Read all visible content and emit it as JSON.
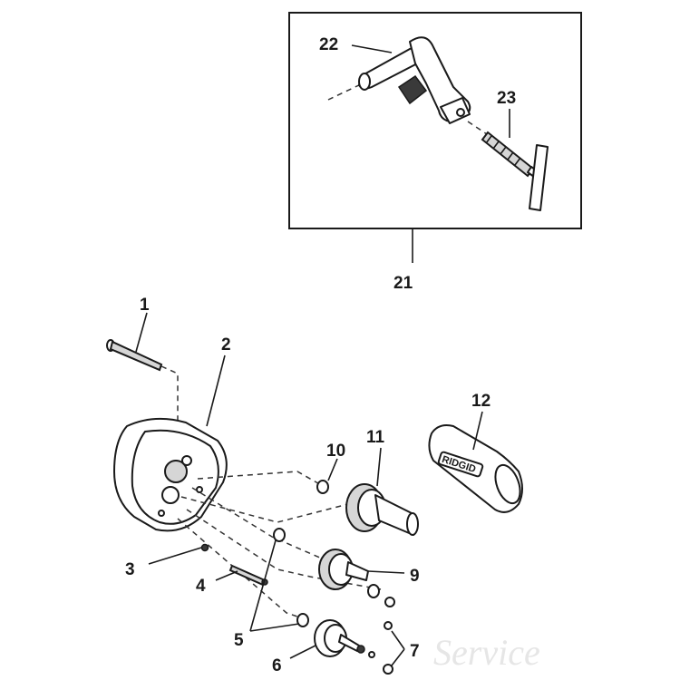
{
  "callouts": {
    "c1": "1",
    "c2": "2",
    "c3": "3",
    "c4": "4",
    "c5": "5",
    "c6": "6",
    "c7": "7",
    "c9": "9",
    "c10": "10",
    "c11": "11",
    "c12": "12",
    "c21": "21",
    "c22": "22",
    "c23": "23"
  },
  "handle_brand": "RIDGID",
  "watermark": "Service",
  "colors": {
    "ink": "#1a1a1a",
    "part_fill": "#ffffff",
    "shade": "#d6d6d6"
  }
}
